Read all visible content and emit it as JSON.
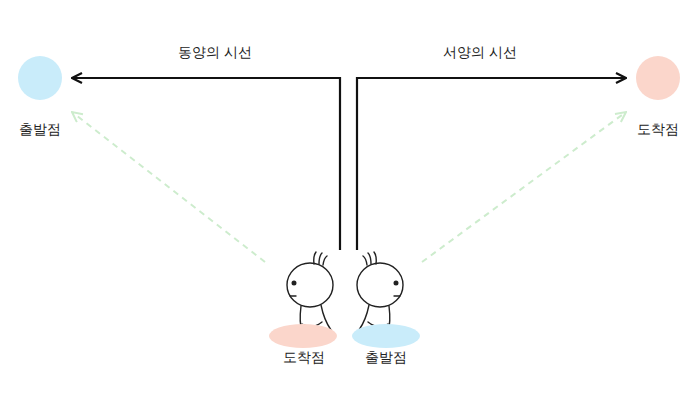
{
  "diagram": {
    "nodes": [
      {
        "text": [
          "출발점"
        ]
      },
      {
        "text": [
          "도착점"
        ]
      },
      {
        "text": [
          "도착점"
        ]
      },
      {
        "text": [
          "출발점"
        ]
      }
    ],
    "edges": [
      {
        "from": 2,
        "to": 0,
        "arrow": "to",
        "label": "동양의 시선"
      },
      {
        "from": 3,
        "to": 1,
        "arrow": "to",
        "label": "서양의 시선"
      },
      {
        "from": 2,
        "to": 0,
        "arrow": "to"
      },
      {
        "from": 3,
        "to": 1,
        "arrow": "to"
      }
    ]
  }
}
